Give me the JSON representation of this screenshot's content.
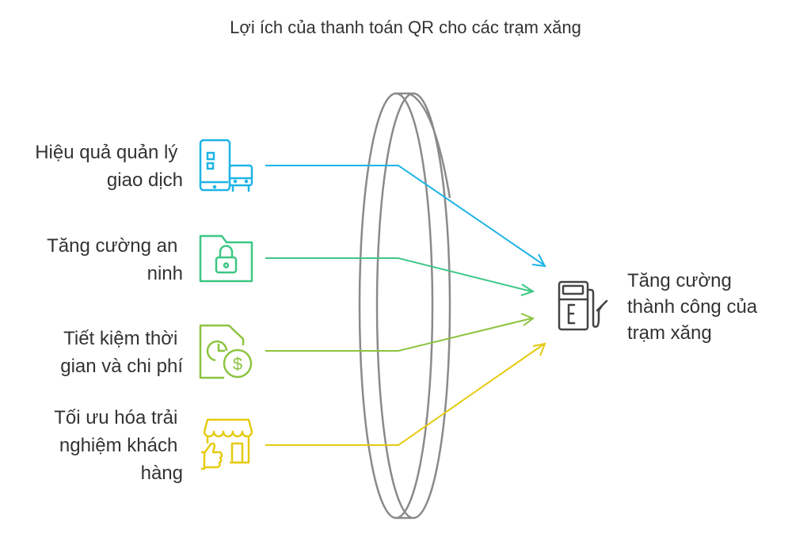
{
  "title": "Lợi ích của thanh toán QR cho các trạm xăng",
  "inputs": [
    {
      "lines": [
        "Hiệu quả quản lý",
        "giao dịch"
      ],
      "icon": "qr-phone-bus-icon",
      "color": "#1db4e6"
    },
    {
      "lines": [
        "Tăng cường an",
        "ninh"
      ],
      "icon": "locked-folder-icon",
      "color": "#3cc783"
    },
    {
      "lines": [
        "Tiết kiệm thời",
        "gian và chi phí"
      ],
      "icon": "time-money-document-icon",
      "color": "#8cc43f"
    },
    {
      "lines": [
        "Tối ưu hóa trải",
        "nghiệm khách",
        "hàng"
      ],
      "icon": "store-thumbs-up-icon",
      "color": "#e5cb10"
    }
  ],
  "output": {
    "lines": [
      "Tăng cường",
      "thành công của",
      "trạm xăng"
    ],
    "icon": "fuel-pump-icon",
    "color": "#444444"
  }
}
